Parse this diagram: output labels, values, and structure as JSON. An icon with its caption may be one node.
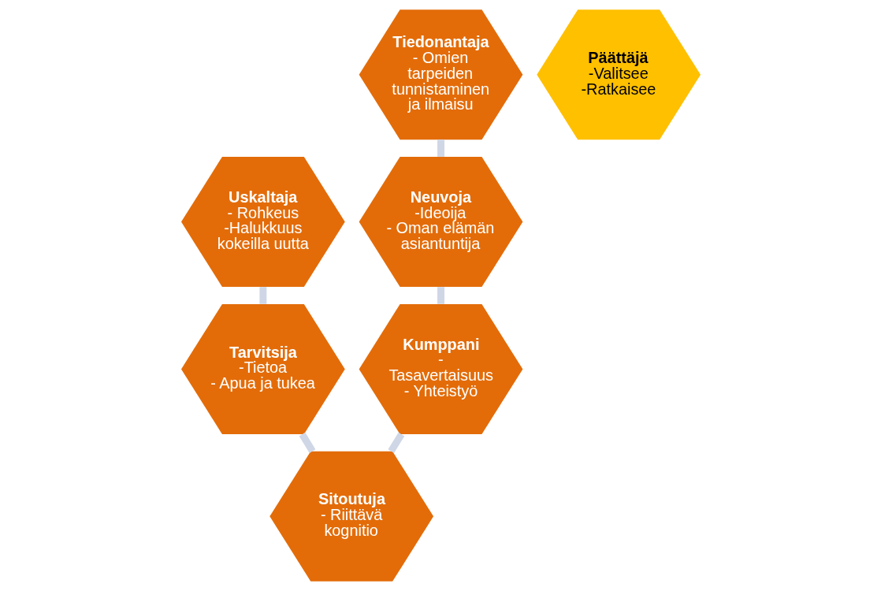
{
  "diagram": {
    "nodes": [
      {
        "text": [
          "Tiedonantaja",
          "- Omien tarpeiden tunnistaminen ja ilmaisu"
        ]
      },
      {
        "text": [
          "Uskaltaja",
          "- Rohkeus",
          "-Halukkuus kokeilla uutta"
        ]
      },
      {
        "text": [
          "Neuvoja",
          "-Ideoija",
          "- Oman elämän asiantuntija"
        ]
      },
      {
        "text": [
          "Päättäjä",
          "-Valitsee",
          "-Ratkaisee"
        ]
      },
      {
        "text": [
          "Tarvitsija",
          "-Tietoa",
          "- Apua ja tukea"
        ]
      },
      {
        "text": [
          "Kumppani",
          "- Tasavertaisuus",
          "- Yhteistyö"
        ]
      },
      {
        "text": [
          "Sitoutuja",
          "- Riittävä kognitio"
        ]
      }
    ],
    "edges": [
      {
        "from": 0,
        "to": 2,
        "arrow": "none"
      },
      {
        "from": 2,
        "to": 5,
        "arrow": "none"
      },
      {
        "from": 5,
        "to": 6,
        "arrow": "none"
      },
      {
        "from": 6,
        "to": 4,
        "arrow": "none"
      },
      {
        "from": 4,
        "to": 1,
        "arrow": "none"
      }
    ]
  }
}
